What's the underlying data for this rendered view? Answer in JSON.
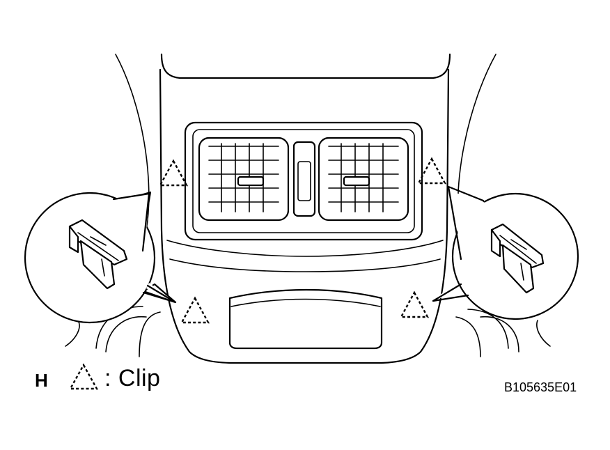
{
  "legend": {
    "letter": "H",
    "symbol": "dashed-triangle-icon",
    "text": ": Clip"
  },
  "figure_code": "B105635E01",
  "clip_count": 4,
  "colors": {
    "line": "#000000",
    "background": "#ffffff"
  }
}
